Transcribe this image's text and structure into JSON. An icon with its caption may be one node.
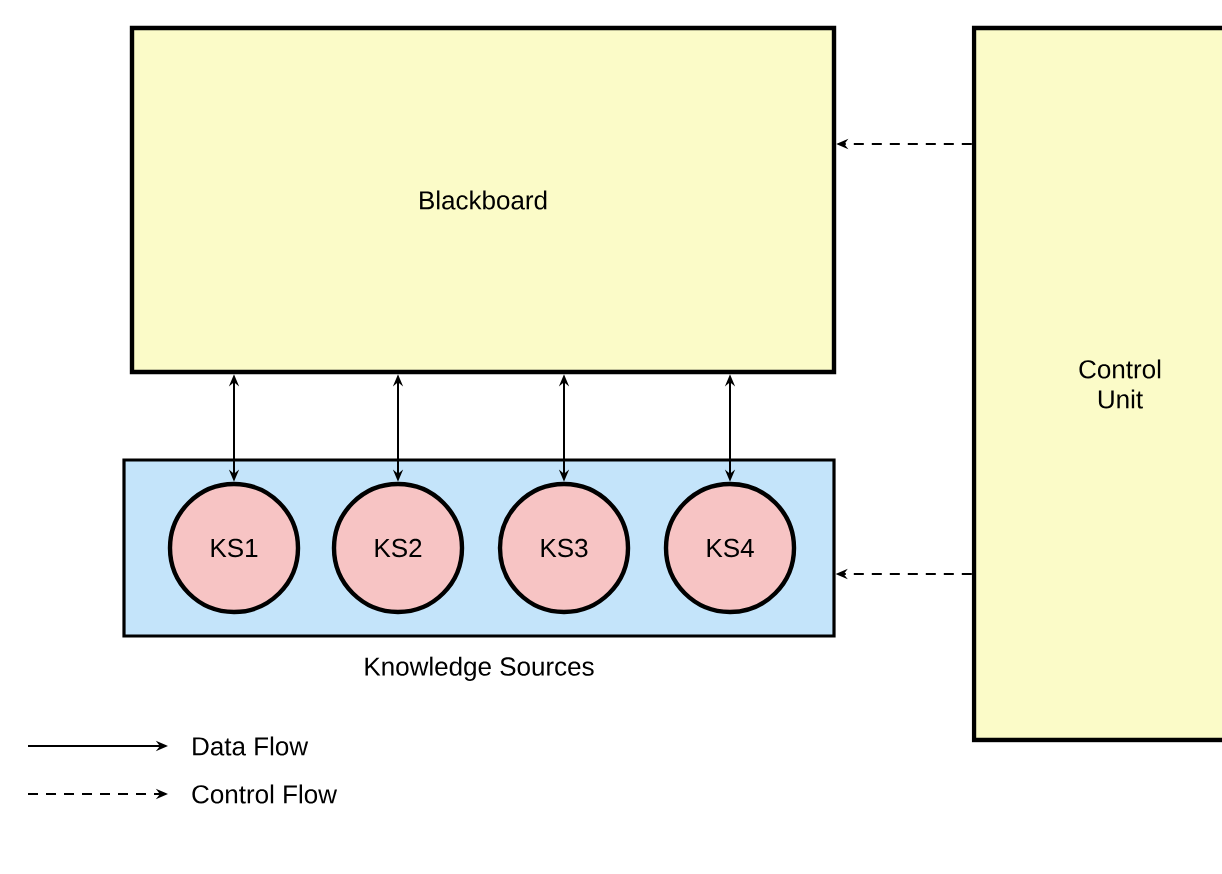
{
  "diagram": {
    "nodes": [
      {
        "text": [
          "Blackboard"
        ]
      },
      {
        "text": [
          "Control Unit"
        ]
      },
      {
        "text": [
          "Knowledge Sources"
        ]
      },
      {
        "text": [
          "KS1"
        ],
        "in": 2
      },
      {
        "text": [
          "KS2"
        ],
        "in": 2
      },
      {
        "text": [
          "KS3"
        ],
        "in": 2
      },
      {
        "text": [
          "KS4"
        ],
        "in": 2
      }
    ],
    "edges": [
      {
        "from": 3,
        "to": 0,
        "arrow": "both"
      },
      {
        "from": 4,
        "to": 0,
        "arrow": "both"
      },
      {
        "from": 5,
        "to": 0,
        "arrow": "both"
      },
      {
        "from": 6,
        "to": 0,
        "arrow": "both"
      },
      {
        "from": 1,
        "to": 0,
        "arrow": "to",
        "style": "dashed"
      },
      {
        "from": 1,
        "to": 2,
        "arrow": "to",
        "style": "dashed"
      }
    ],
    "legend": [
      {
        "text": "Data Flow"
      },
      {
        "text": "Control Flow"
      }
    ]
  }
}
